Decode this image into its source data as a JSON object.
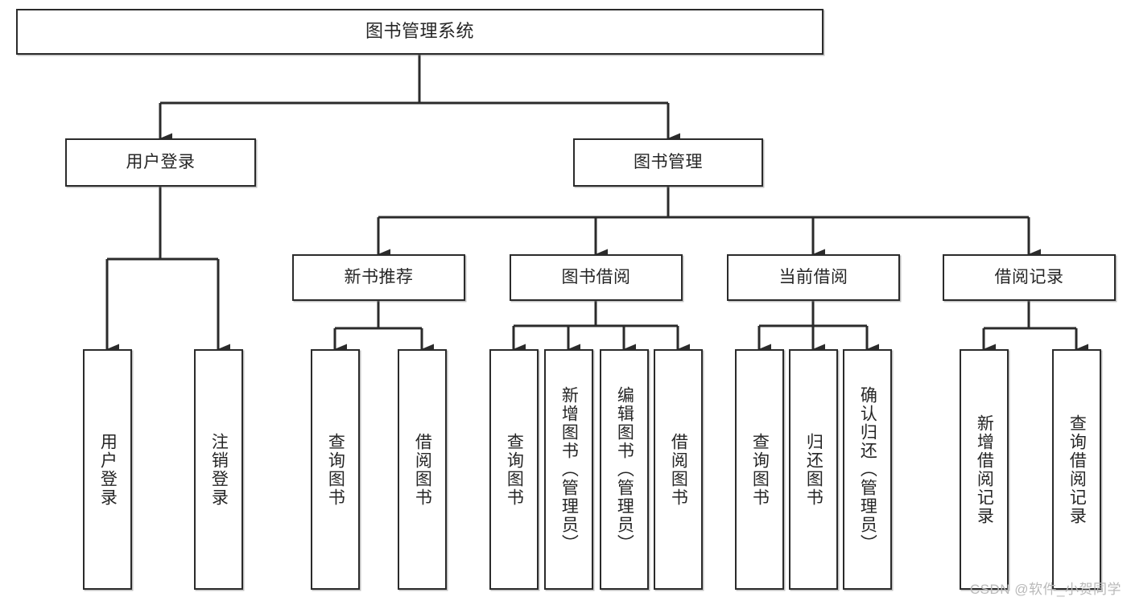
{
  "diagram": {
    "title": "图书管理系统",
    "type": "tree",
    "watermark": "CSDN @软件_小贺同学",
    "colors": {
      "box_border": "#2b2b2b",
      "box_fill": "#ffffff",
      "edge": "#2b2b2b",
      "text": "#262626",
      "watermark": "#b9b9b9"
    },
    "levels": {
      "root": "图书管理系统",
      "level2": [
        "用户登录",
        "图书管理"
      ],
      "level3": [
        "新书推荐",
        "图书借阅",
        "当前借阅",
        "借阅记录"
      ]
    }
  },
  "nodes": {
    "root": {
      "label": "图书管理系统"
    },
    "user_login": {
      "label": "用户登录"
    },
    "book_manage": {
      "label": "图书管理"
    },
    "new_book": {
      "label": "新书推荐"
    },
    "book_borrow": {
      "label": "图书借阅"
    },
    "current_borrow": {
      "label": "当前借阅"
    },
    "borrow_record": {
      "label": "借阅记录"
    },
    "leaf_user_login": {
      "label": "用户登录"
    },
    "leaf_logout": {
      "label": "注销登录"
    },
    "leaf_query_book_1": {
      "label": "查询图书"
    },
    "leaf_borrow_book_1": {
      "label": "借阅图书"
    },
    "leaf_query_book_2": {
      "label": "查询图书"
    },
    "leaf_add_book": {
      "label": "新增图书（管理员）"
    },
    "leaf_edit_book": {
      "label": "编辑图书（管理员）"
    },
    "leaf_borrow_book_2": {
      "label": "借阅图书"
    },
    "leaf_query_book_3": {
      "label": "查询图书"
    },
    "leaf_return_book": {
      "label": "归还图书"
    },
    "leaf_confirm_return": {
      "label": "确认归还（管理员）"
    },
    "leaf_add_record": {
      "label": "新增借阅记录"
    },
    "leaf_query_record": {
      "label": "查询借阅记录"
    }
  },
  "tree": {
    "label": "图书管理系统",
    "children": [
      {
        "label": "用户登录",
        "children": [
          {
            "label": "用户登录"
          },
          {
            "label": "注销登录"
          }
        ]
      },
      {
        "label": "图书管理",
        "children": [
          {
            "label": "新书推荐",
            "children": [
              {
                "label": "查询图书"
              },
              {
                "label": "借阅图书"
              }
            ]
          },
          {
            "label": "图书借阅",
            "children": [
              {
                "label": "查询图书"
              },
              {
                "label": "新增图书（管理员）"
              },
              {
                "label": "编辑图书（管理员）"
              },
              {
                "label": "借阅图书"
              }
            ]
          },
          {
            "label": "当前借阅",
            "children": [
              {
                "label": "查询图书"
              },
              {
                "label": "归还图书"
              },
              {
                "label": "确认归还（管理员）"
              }
            ]
          },
          {
            "label": "借阅记录",
            "children": [
              {
                "label": "新增借阅记录"
              },
              {
                "label": "查询借阅记录"
              }
            ]
          }
        ]
      }
    ]
  }
}
